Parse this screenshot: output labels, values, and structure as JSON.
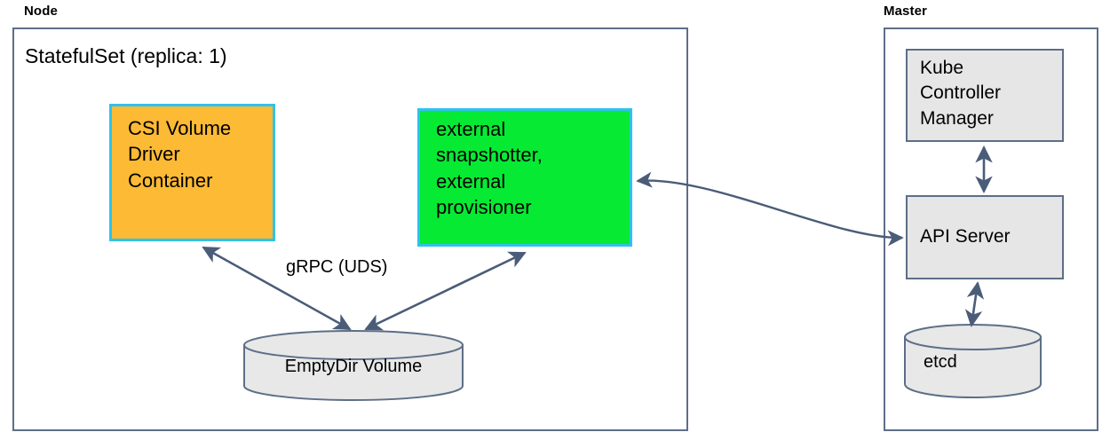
{
  "diagram": {
    "title_hidden": "",
    "colors": {
      "accent_orange": "#fcba35",
      "accent_green": "#06ea33",
      "accent_cyan_border": "#2ec2ef",
      "outline_slate": "#5d6e87",
      "gray_fill": "#e6e6e6",
      "cylinder_fill": "#e8e8e8",
      "background": "#ffffff"
    }
  },
  "node_group": {
    "label": "Node",
    "inner_title": "StatefulSet (replica: 1)",
    "csi_driver": {
      "line1": "CSI Volume",
      "line2": "Driver",
      "line3": "Container"
    },
    "external_components": {
      "line1": "external",
      "line2": "snapshotter,",
      "line3": "external",
      "line4": "provisioner"
    },
    "volume": {
      "label": "EmptyDir Volume"
    },
    "edges": {
      "grpc_label": "gRPC (UDS)"
    }
  },
  "master_group": {
    "label": "Master",
    "kube_controller_manager": {
      "line1": "Kube",
      "line2": "Controller",
      "line3": "Manager"
    },
    "api_server": {
      "label": "API Server"
    },
    "etcd": {
      "label": "etcd"
    }
  }
}
